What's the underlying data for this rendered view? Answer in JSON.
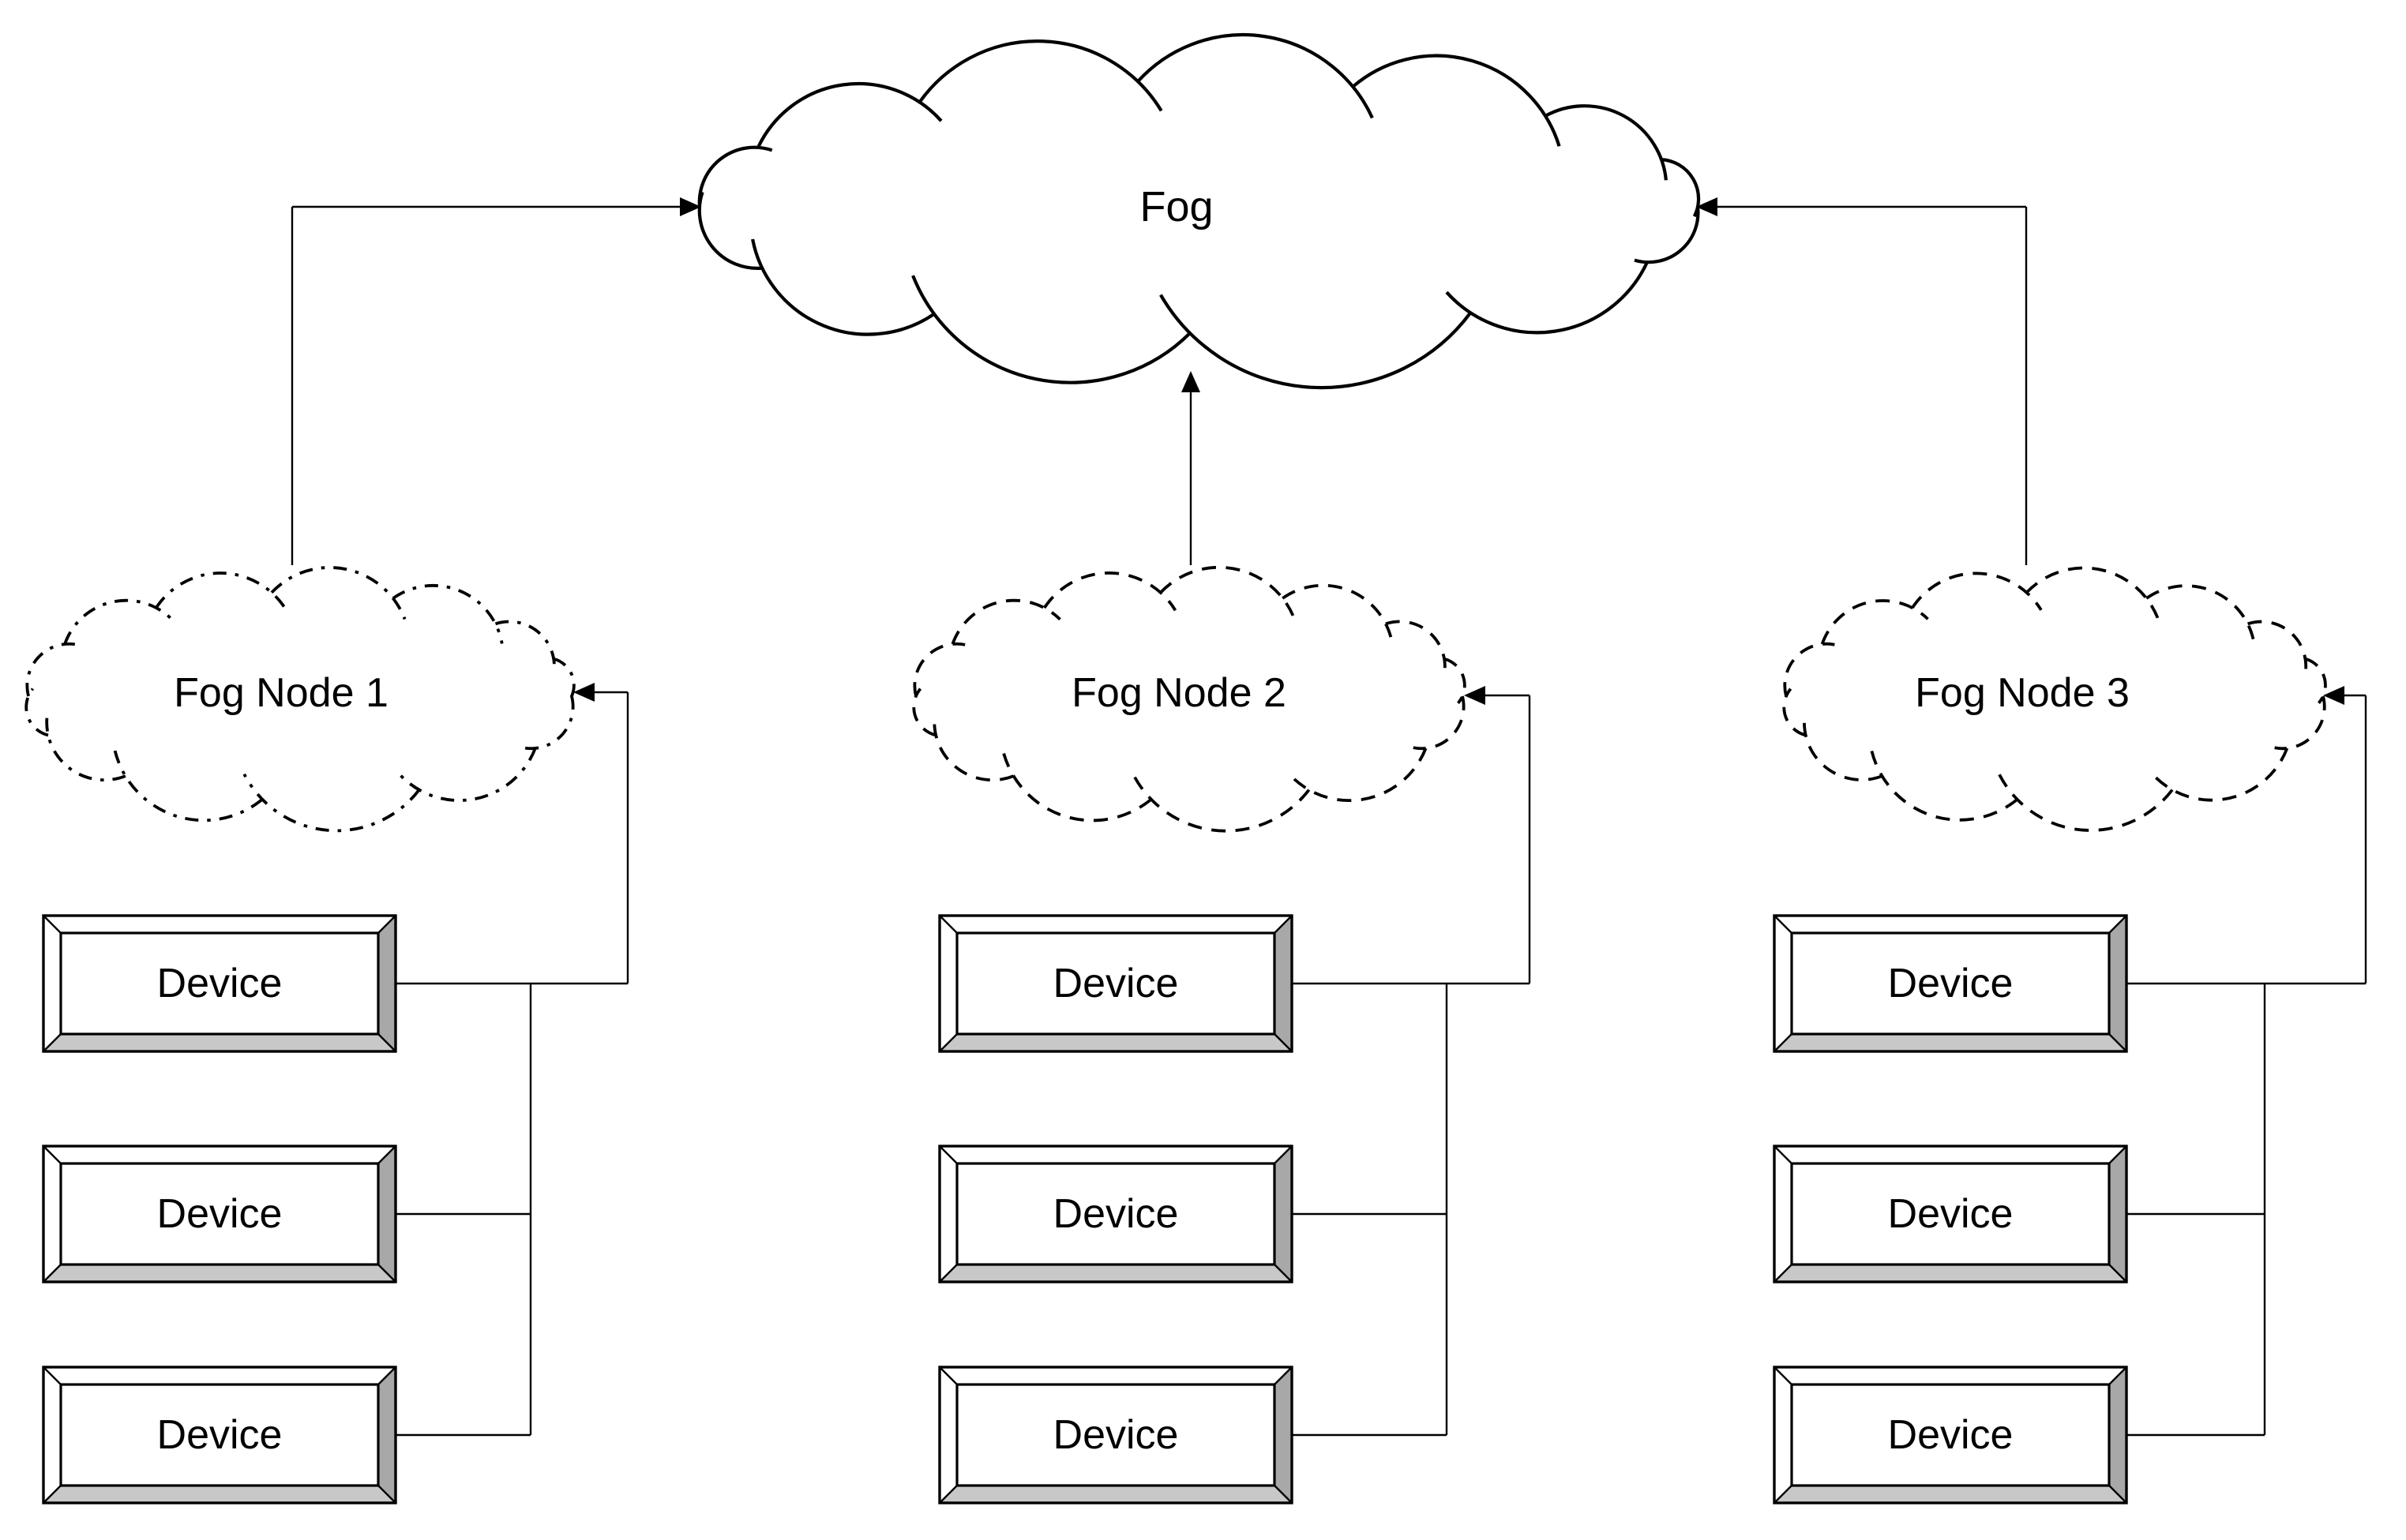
{
  "fog_cloud": {
    "label": "Fog"
  },
  "fog_nodes": [
    {
      "label": "Fog Node 1",
      "devices": [
        "Device",
        "Device",
        "Device"
      ]
    },
    {
      "label": "Fog Node 2",
      "devices": [
        "Device",
        "Device",
        "Device"
      ]
    },
    {
      "label": "Fog Node 3",
      "devices": [
        "Device",
        "Device",
        "Device"
      ]
    }
  ],
  "colors": {
    "line": "#000000",
    "text": "#000000",
    "cloud_fill": "#ffffff",
    "device_face": "#ffffff",
    "device_bevel_right": "#a8a8a8",
    "device_bevel_bottom": "#c8c8c8",
    "background": "#ffffff"
  }
}
